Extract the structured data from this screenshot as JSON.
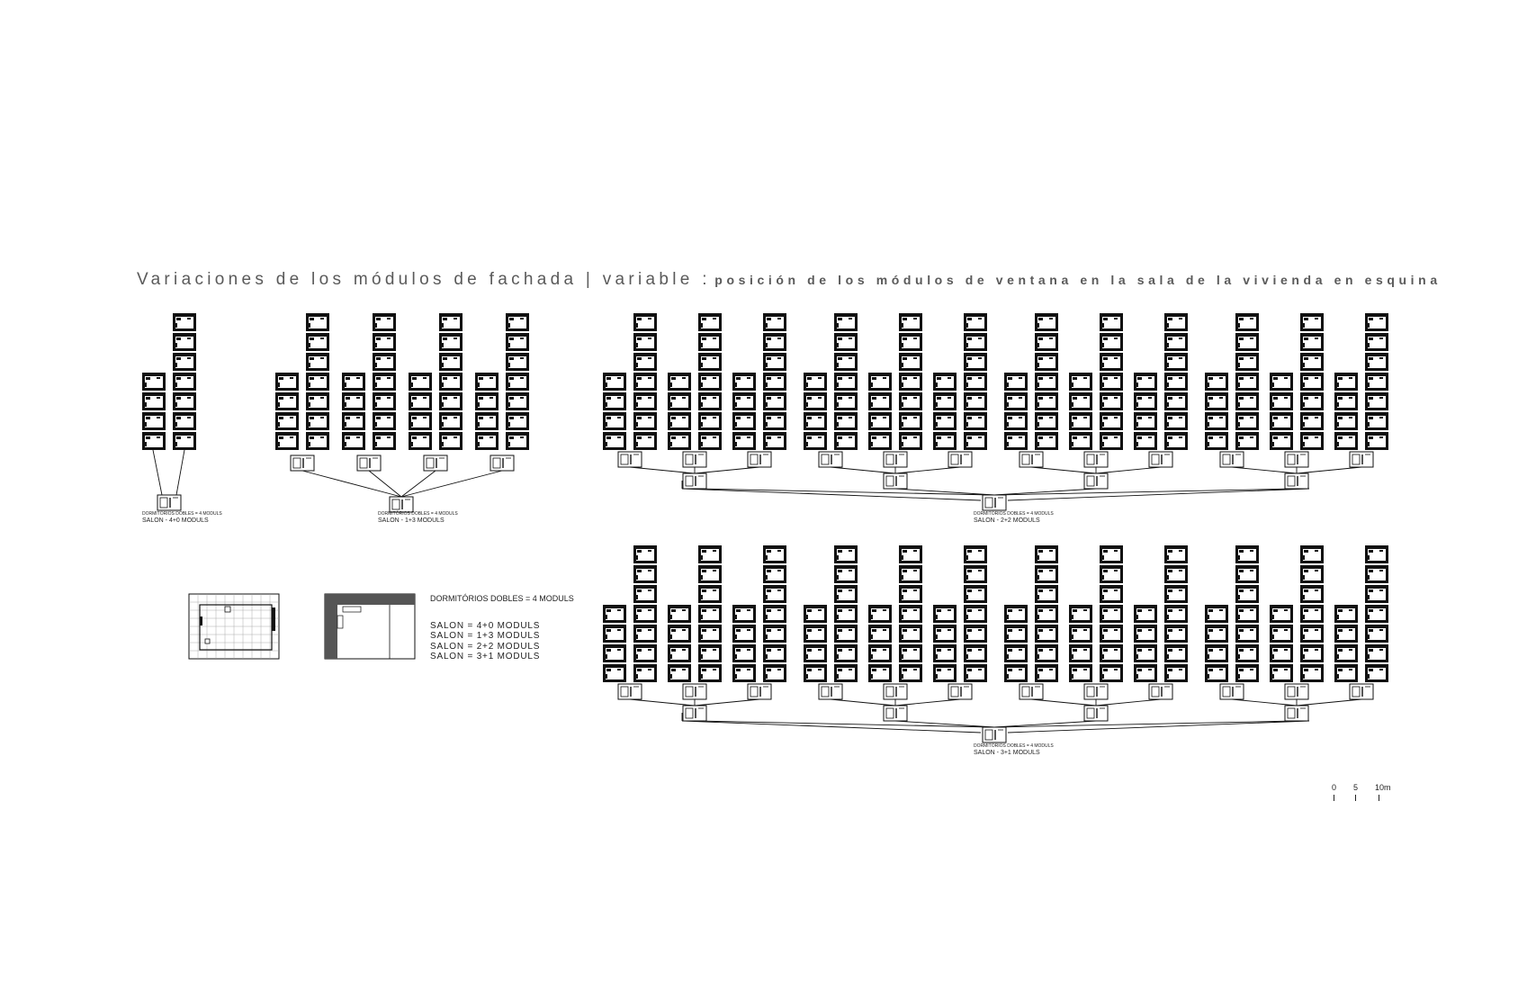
{
  "title": {
    "main": "Variaciones de los módulos de fachada | variable :",
    "sub": "posición de los módulos de ventana en la sala de la vivienda en esquina"
  },
  "groups": [
    {
      "label_dorm": "DORMITÓRIOS DOBLES = 4 MODULS",
      "label_salon": "SALON - 4+0 MODULS"
    },
    {
      "label_dorm": "DORMITÓRIOS DOBLES = 4 MODULS",
      "label_salon": "SALON - 1+3 MODULS"
    },
    {
      "label_dorm": "DORMITÓRIOS DOBLES = 4 MODULS",
      "label_salon": "SALON - 2+2 MODULS"
    },
    {
      "label_dorm": "DORMITÓRIOS DOBLES = 4 MODULS",
      "label_salon": "SALON - 3+1 MODULS"
    }
  ],
  "legend": {
    "dorm": "DORMITÓRIOS DOBLES = 4 MODULS",
    "salon_options": [
      "SALON = 4+0 MODULS",
      "SALON = 1+3 MODULS",
      "SALON = 2+2 MODULS",
      "SALON = 3+1 MODULS"
    ]
  },
  "scale": {
    "labels": [
      "0",
      "5",
      "10m"
    ]
  },
  "colors": {
    "ink": "#111111",
    "title": "#5a5a5a",
    "fill_dark": "#555555"
  }
}
